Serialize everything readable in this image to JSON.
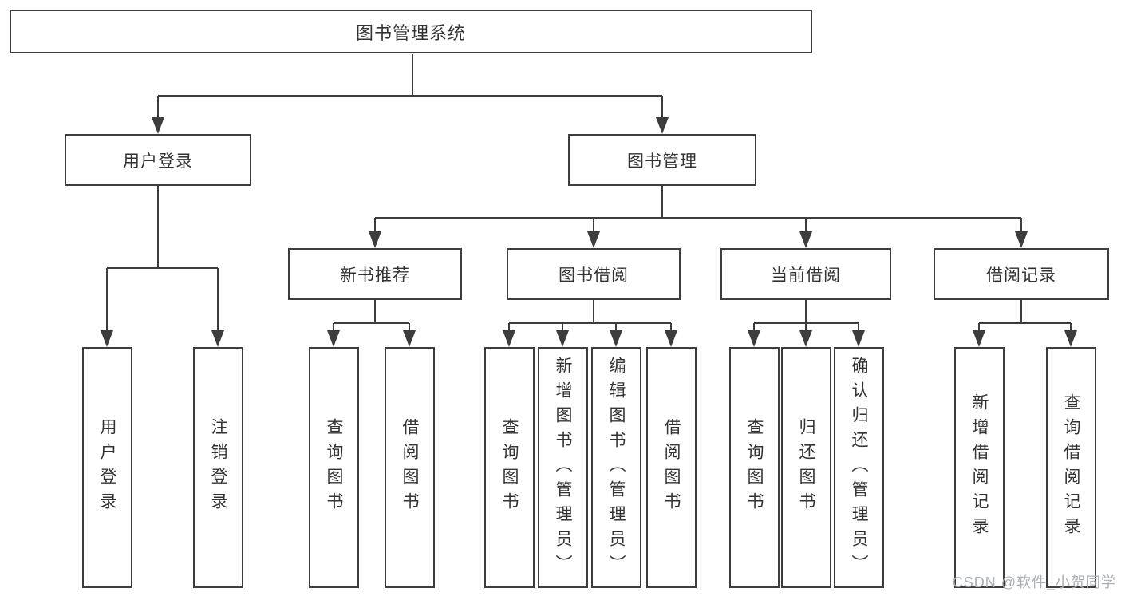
{
  "diagram_title": "图书管理系统",
  "tree": {
    "root": "图书管理系统",
    "children": [
      {
        "label": "用户登录",
        "children": [
          "用户登录",
          "注销登录"
        ]
      },
      {
        "label": "图书管理",
        "children": [
          {
            "label": "新书推荐",
            "children": [
              "查询图书",
              "借阅图书"
            ]
          },
          {
            "label": "图书借阅",
            "children": [
              "查询图书",
              "新增图书（管理员）",
              "编辑图书（管理员）",
              "借阅图书"
            ]
          },
          {
            "label": "当前借阅",
            "children": [
              "查询图书",
              "归还图书",
              "确认归还（管理员）"
            ]
          },
          {
            "label": "借阅记录",
            "children": [
              "新增借阅记录",
              "查询借阅记录"
            ]
          }
        ]
      }
    ]
  },
  "watermark": {
    "text": "CSDN @软件_小贺同学"
  },
  "colors": {
    "line": "#3d3d3d",
    "box_border": "#3d3d3d",
    "text": "#333333",
    "watermark": "#aab0b6",
    "background": "#ffffff"
  }
}
